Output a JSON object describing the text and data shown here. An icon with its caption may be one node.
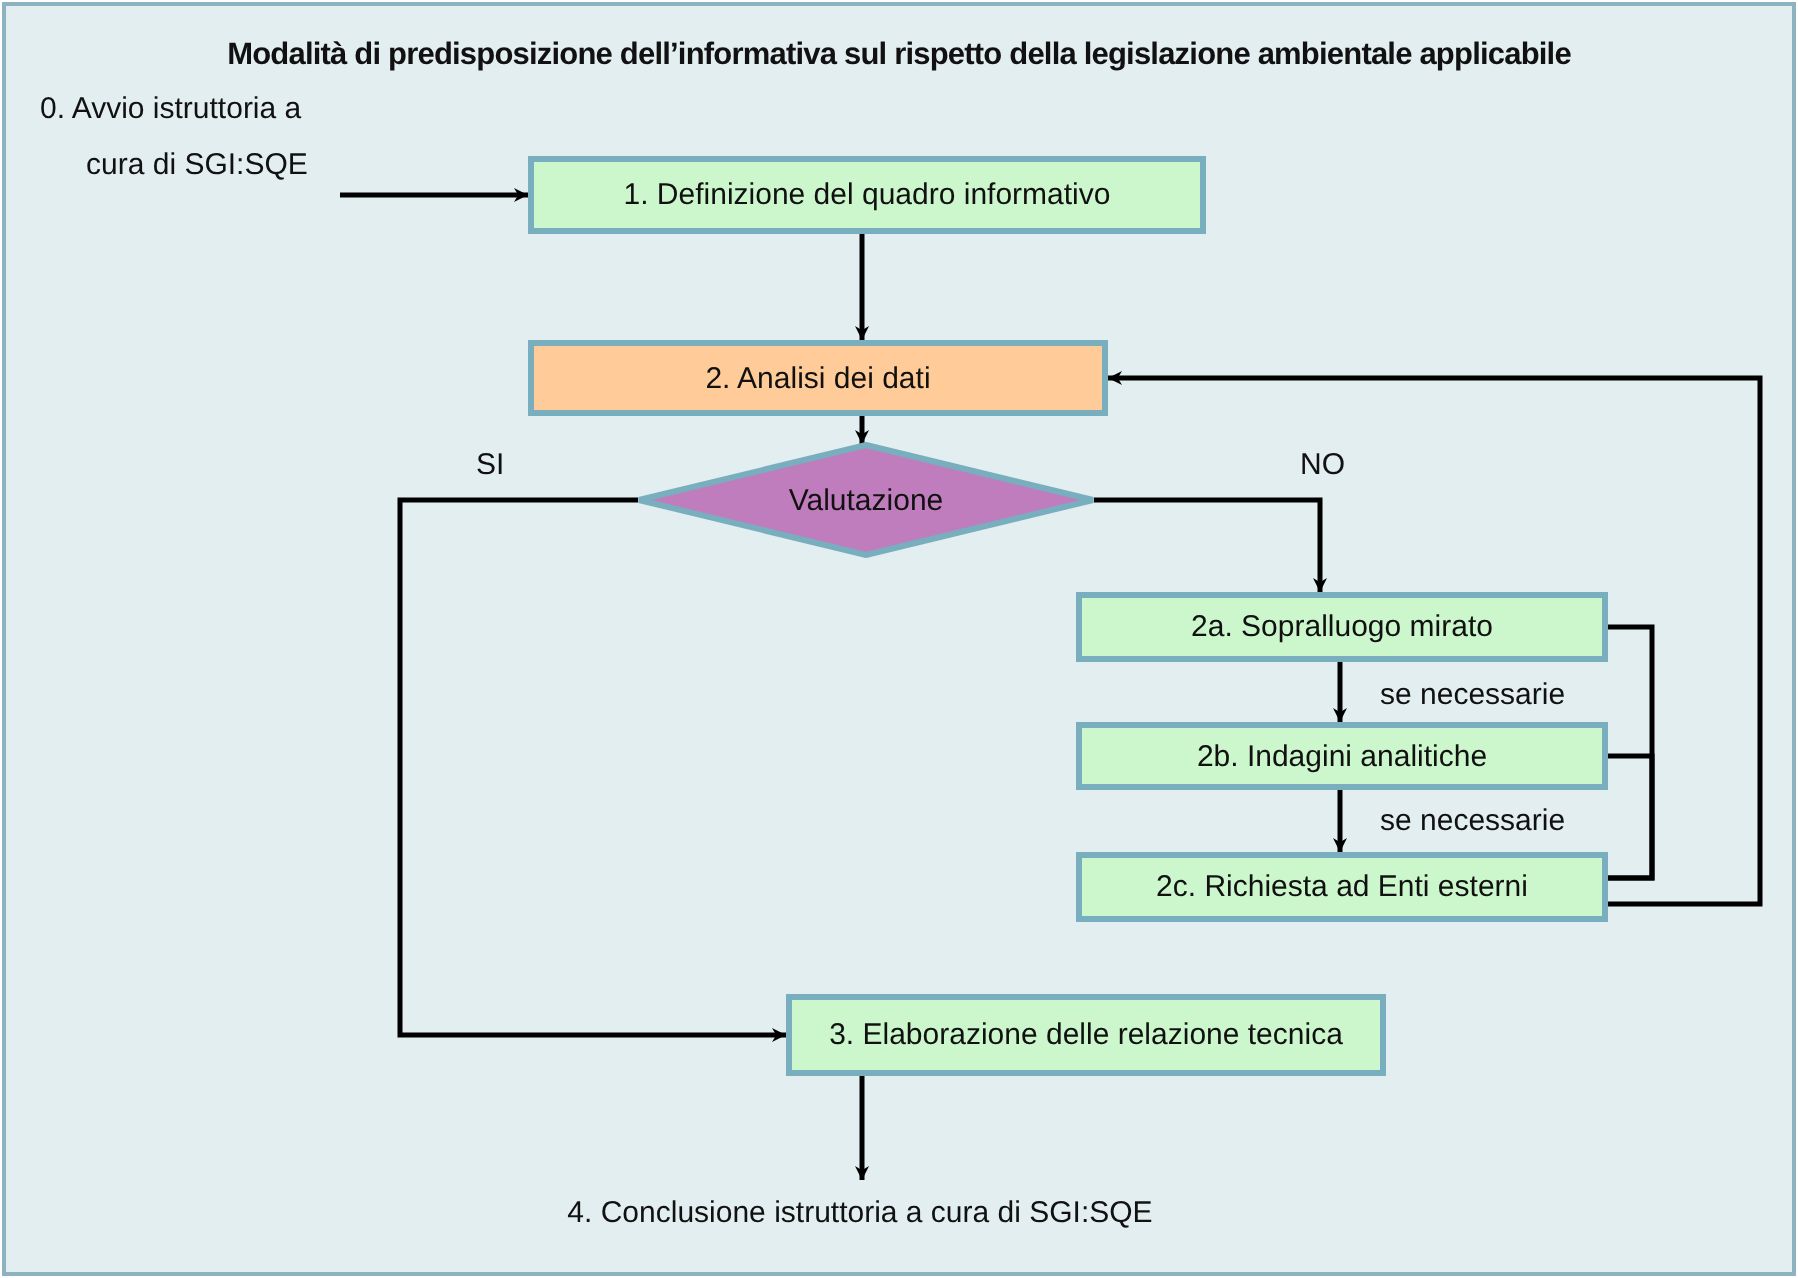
{
  "diagram": {
    "title": "Modalità di predisposizione dell’informativa sul rispetto della legislazione ambientale applicabile",
    "nodes": [
      {
        "text": [
          "0. Avvio istruttoria a cura di SGI:SQE"
        ]
      },
      {
        "text": [
          "1. Definizione del quadro informativo"
        ]
      },
      {
        "text": [
          "2. Analisi dei dati"
        ]
      },
      {
        "text": [
          "Valutazione"
        ]
      },
      {
        "text": [
          "2a. Sopralluogo mirato"
        ]
      },
      {
        "text": [
          "2b. Indagini analitiche"
        ]
      },
      {
        "text": [
          "2c. Richiesta ad Enti esterni"
        ]
      },
      {
        "text": [
          "3. Elaborazione delle relazione tecnica"
        ]
      },
      {
        "text": [
          "4. Conclusione istruttoria a cura di SGI:SQE"
        ]
      }
    ],
    "edges": [
      {
        "from": 0,
        "to": 1,
        "arrow": "to"
      },
      {
        "from": 1,
        "to": 2,
        "arrow": "to"
      },
      {
        "from": 2,
        "to": 3,
        "arrow": "to"
      },
      {
        "from": 3,
        "to": 7,
        "arrow": "to",
        "label": "SI"
      },
      {
        "from": 3,
        "to": 4,
        "arrow": "to",
        "label": "NO"
      },
      {
        "from": 4,
        "to": 5,
        "arrow": "to",
        "label": "se necessarie"
      },
      {
        "from": 5,
        "to": 6,
        "arrow": "to",
        "label": "se necessarie"
      },
      {
        "from": 4,
        "to": 6,
        "arrow": "none"
      },
      {
        "from": 5,
        "to": 6,
        "arrow": "none"
      },
      {
        "from": 6,
        "to": 2,
        "arrow": "to"
      },
      {
        "from": 7,
        "to": 8,
        "arrow": "to"
      }
    ]
  }
}
